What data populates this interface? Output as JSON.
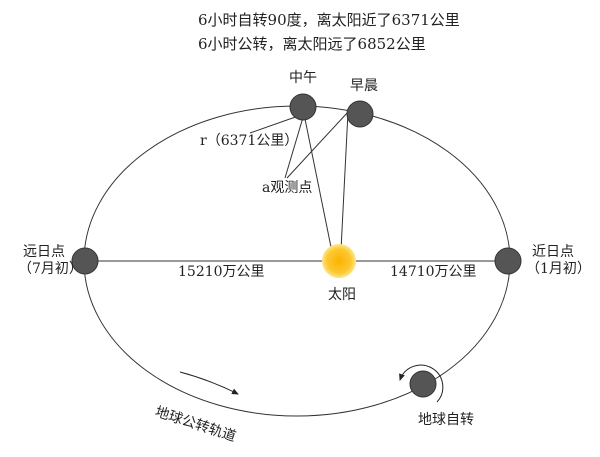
{
  "header": {
    "line1": "6小时自转90度，离太阳近了6371公里",
    "line2": "6小时公转，离太阳远了6852公里"
  },
  "labels": {
    "noon": "中午",
    "morning": "早晨",
    "radius": "r（6371公里）",
    "observer": "a观测点",
    "aphelion_name": "远日点",
    "aphelion_time": "（7月初）",
    "perihelion_name": "近日点",
    "perihelion_time": "（1月初）",
    "aphelion_distance": "15210万公里",
    "perihelion_distance": "14710万公里",
    "sun": "太阳",
    "orbit": "地球公转轨道",
    "rotation": "地球自转"
  },
  "colors": {
    "earth": "#555555",
    "sun_inner": "#fbb800",
    "sun_outer": "#fde27a",
    "line": "#333333",
    "radius_mark": "#c0392b"
  }
}
